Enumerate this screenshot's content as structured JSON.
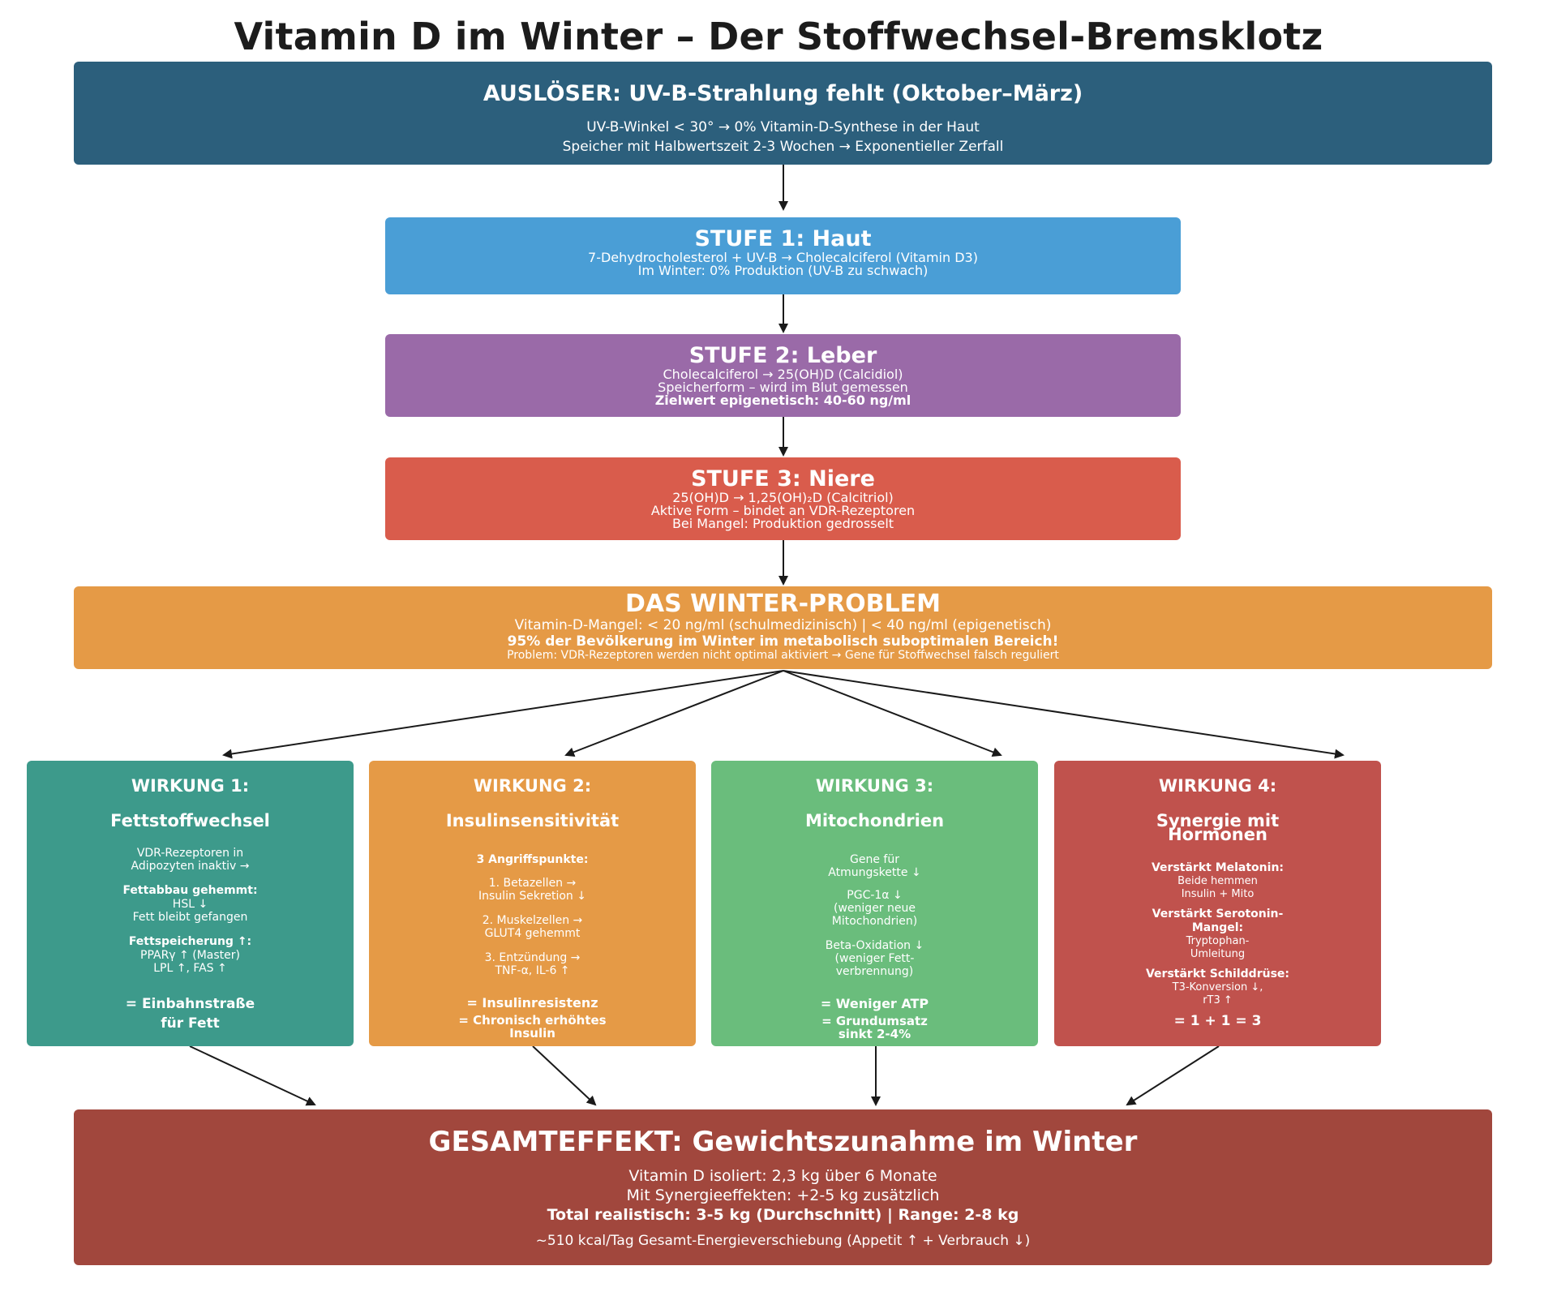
{
  "title": "Vitamin D im Winter – Der Stoffwechsel-Bremsklotz",
  "trigger": {
    "heading": "AUSLÖSER: UV-B-Strahlung fehlt (Oktober–März)",
    "line1": "UV-B-Winkel < 30° → 0% Vitamin-D-Synthese in der Haut",
    "line2": "Speicher mit Halbwertszeit 2-3 Wochen → Exponentieller Zerfall"
  },
  "stage1": {
    "heading": "STUFE 1: Haut",
    "line1": "7-Dehydrocholesterol + UV-B → Cholecalciferol (Vitamin D3)",
    "line2": "Im Winter: 0% Produktion (UV-B zu schwach)"
  },
  "stage2": {
    "heading": "STUFE 2: Leber",
    "line1": "Cholecalciferol → 25(OH)D (Calcidiol)",
    "line2": "Speicherform – wird im Blut gemessen",
    "line3": "Zielwert epigenetisch: 40-60 ng/ml"
  },
  "stage3": {
    "heading": "STUFE 3: Niere",
    "line1": "25(OH)D → 1,25(OH)₂D (Calcitriol)",
    "line2": "Aktive Form – bindet an VDR-Rezeptoren",
    "line3": "Bei Mangel: Produktion gedrosselt"
  },
  "problem": {
    "heading": "DAS WINTER-PROBLEM",
    "line1": "Vitamin-D-Mangel: < 20 ng/ml (schulmedizinisch) | < 40 ng/ml (epigenetisch)",
    "line2": "95% der Bevölkerung im Winter im metabolisch suboptimalen Bereich!",
    "line3": "Problem: VDR-Rezeptoren werden nicht optimal aktiviert → Gene für Stoffwechsel falsch reguliert"
  },
  "effect1": {
    "heading1": "WIRKUNG 1:",
    "heading2": "Fettstoffwechsel",
    "t1": "VDR-Rezeptoren in",
    "t2": "Adipozyten inaktiv →",
    "s1": "Fettabbau gehemmt:",
    "t3": "HSL ↓",
    "t4": "Fett bleibt gefangen",
    "s2": "Fettspeicherung ↑:",
    "t5": "PPARγ ↑ (Master)",
    "t6": "LPL ↑, FAS ↑",
    "r1": "= Einbahnstraße",
    "r2": "für Fett"
  },
  "effect2": {
    "heading1": "WIRKUNG 2:",
    "heading2": "Insulinsensitivität",
    "s1": "3 Angriffspunkte:",
    "t1": "1. Betazellen →",
    "t2": "Insulin Sekretion ↓",
    "t3": "2. Muskelzellen →",
    "t4": "GLUT4 gehemmt",
    "t5": "3. Entzündung →",
    "t6": "TNF-α, IL-6 ↑",
    "r1": "= Insulinresistenz",
    "r2": "= Chronisch erhöhtes",
    "r3": "Insulin"
  },
  "effect3": {
    "heading1": "WIRKUNG 3:",
    "heading2": "Mitochondrien",
    "t1": "Gene für",
    "t2": "Atmungskette ↓",
    "t3": "PGC-1α ↓",
    "t4": "(weniger neue",
    "t5": "Mitochondrien)",
    "t6": "Beta-Oxidation ↓",
    "t7": "(weniger Fett-",
    "t8": "verbrennung)",
    "r1": "= Weniger ATP",
    "r2": "= Grundumsatz",
    "r3": "sinkt 2-4%"
  },
  "effect4": {
    "heading1": "WIRKUNG 4:",
    "heading2": "Synergie mit",
    "heading3": "Hormonen",
    "s1": "Verstärkt Melatonin:",
    "t1": "Beide hemmen",
    "t2": "Insulin + Mito",
    "s2": "Verstärkt Serotonin-",
    "s3": "Mangel:",
    "t3": "Tryptophan-",
    "t4": "Umleitung",
    "s4": "Verstärkt Schilddrüse:",
    "t5": "T3-Konversion ↓,",
    "t6": "rT3 ↑",
    "r1": "= 1 + 1 = 3"
  },
  "total": {
    "heading": "GESAMTEFFEKT: Gewichtszunahme im Winter",
    "line1": "Vitamin D isoliert: 2,3 kg über 6 Monate",
    "line2": "Mit Synergieeffekten: +2-5 kg zusätzlich",
    "line3": "Total realistisch: 3-5 kg (Durchschnitt) | Range: 2-8 kg",
    "line4": "~510 kcal/Tag Gesamt-Energieverschiebung (Appetit ↑ + Verbrauch ↓)"
  }
}
